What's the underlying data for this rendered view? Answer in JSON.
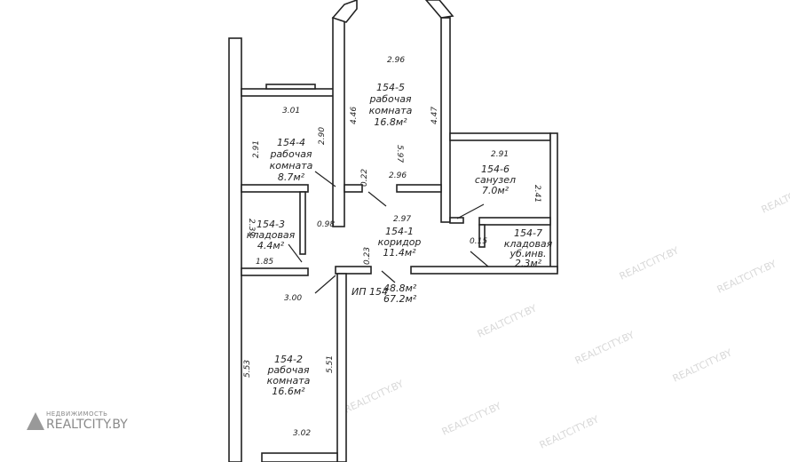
{
  "plan": {
    "rooms": [
      {
        "id": "154-5",
        "name": "рабочая",
        "name2": "комната",
        "area": "16.8м²"
      },
      {
        "id": "154-4",
        "name": "рабочая",
        "name2": "комната",
        "area": "8.7м²"
      },
      {
        "id": "154-6",
        "name": "санузел",
        "area": "7.0м²"
      },
      {
        "id": "154-3",
        "name": "кладовая",
        "area": "4.4м²"
      },
      {
        "id": "154-1",
        "name": "коридор",
        "area": "11.4м²"
      },
      {
        "id": "154-7",
        "name": "кладовая",
        "name2": "уб.инв.",
        "area": "2.3м²"
      },
      {
        "id": "154-2",
        "name": "рабочая",
        "name2": "комната",
        "area": "16.6м²"
      }
    ],
    "dims": [
      "2.96",
      "3.01",
      "4.46",
      "4.47",
      "2.91",
      "2.90",
      "5.97",
      "2.91",
      "2.41",
      "0.22",
      "2.96",
      "2.39",
      "2.97",
      "0.98",
      "0.15",
      "1.85",
      "0.23",
      "3.00",
      "5.53",
      "5.51",
      "3.02"
    ],
    "unit_label": "ИП 154",
    "total_area_1": "48.8м²",
    "total_area_2": "67.2м²"
  },
  "watermark": {
    "small": "НЕДВИЖИМОСТЬ",
    "brand": "REALTCITY.BY"
  }
}
